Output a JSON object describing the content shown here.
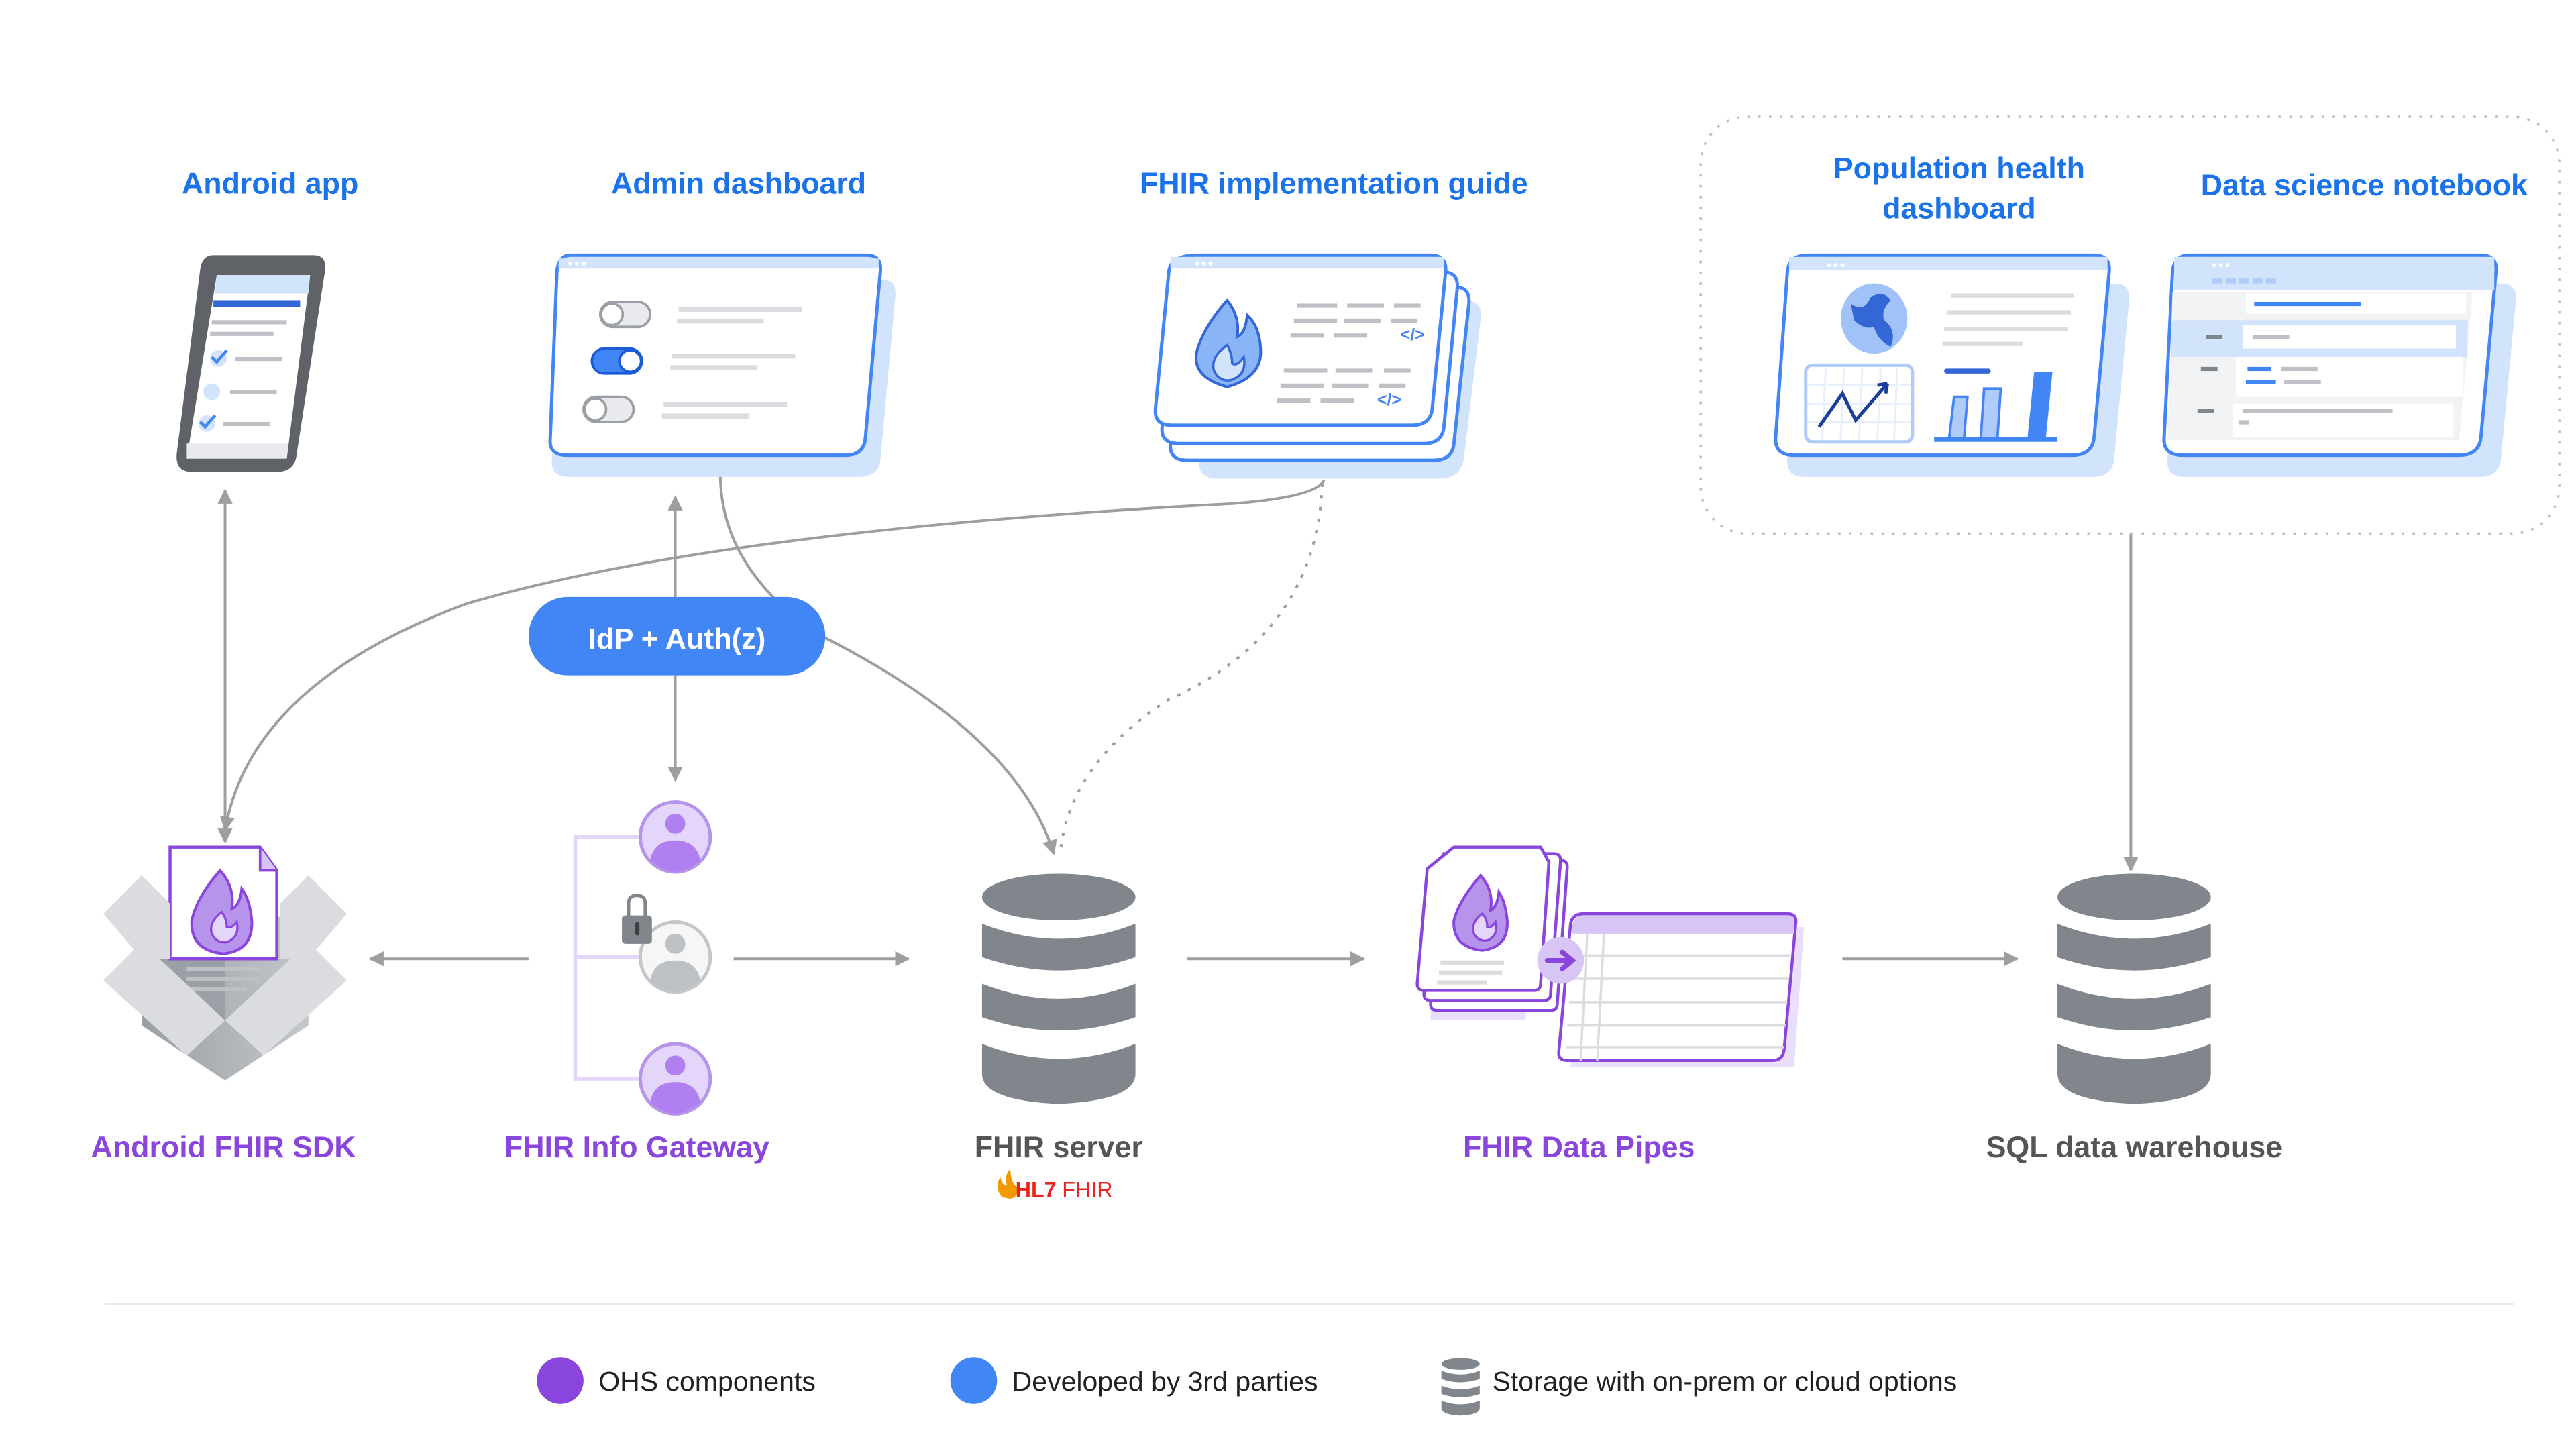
{
  "colors": {
    "third_party_blue": "#4285f4",
    "third_party_text": "#1a73e8",
    "ohs_purple": "#8a46dc",
    "storage_grey": "#80868b",
    "connector_grey": "#9e9e9e"
  },
  "top_nodes": {
    "android_app": {
      "label": "Android app",
      "icon": "phone-icon"
    },
    "admin_dashboard": {
      "label": "Admin dashboard",
      "icon": "dashboard-window-icon"
    },
    "fhir_ig": {
      "label": "FHIR implementation guide",
      "icon": "fhir-document-stack-icon"
    },
    "population_health": {
      "label_line1": "Population health",
      "label_line2": "dashboard",
      "icon": "analytics-dashboard-icon"
    },
    "data_science": {
      "label": "Data science notebook",
      "icon": "notebook-window-icon"
    }
  },
  "auth_pill": {
    "label": "IdP + Auth(z)"
  },
  "bottom_nodes": {
    "android_sdk": {
      "label": "Android FHIR SDK",
      "icon": "sdk-box-icon"
    },
    "info_gateway": {
      "label": "FHIR Info Gateway",
      "icon": "users-lock-icon"
    },
    "fhir_server": {
      "label": "FHIR server",
      "badge_hl7": "HL7",
      "badge_fhir": "FHIR",
      "icon": "database-icon"
    },
    "data_pipes": {
      "label": "FHIR Data Pipes",
      "icon": "pipeline-icon"
    },
    "sql_warehouse": {
      "label": "SQL data warehouse",
      "icon": "database-icon"
    }
  },
  "legend": [
    {
      "label": "OHS components",
      "icon": "purple-dot"
    },
    {
      "label": "Developed by 3rd parties",
      "icon": "blue-dot"
    },
    {
      "label": "Storage with on-prem or cloud options",
      "icon": "database-icon"
    }
  ]
}
